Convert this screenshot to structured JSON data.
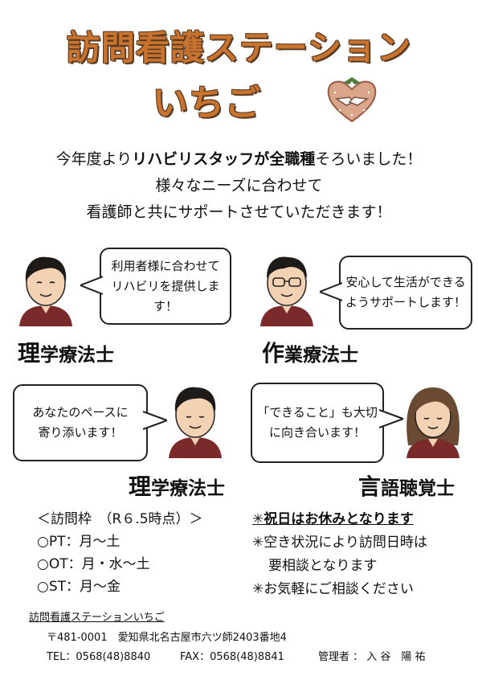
{
  "title": {
    "line1": "訪問看護ステーション",
    "line2": "いちご"
  },
  "intro": {
    "line1_pre": "今年度より",
    "line1_bold": "リハビリスタッフが全職種",
    "line1_post": "そろいました！",
    "line2": "様々なニーズに合わせて",
    "line3": "看護師と共にサポートさせていただきます！"
  },
  "staff": [
    {
      "role_first": "理",
      "role_rest": "学療法士",
      "bubble_l1": "利用者様に合わせて",
      "bubble_l2": "リハビリを提供しま",
      "bubble_l3": "す！"
    },
    {
      "role_first": "作",
      "role_rest": "業療法士",
      "bubble_l1": "安心して生活ができる",
      "bubble_l2": "ようサポートします！"
    },
    {
      "role_first": "理",
      "role_rest": "学療法士",
      "bubble_l1": "あなたのペースに",
      "bubble_l2": "寄り添います！"
    },
    {
      "role_first": "言",
      "role_rest": "語聴覚士",
      "bubble_l1": "「できること」も大切",
      "bubble_l2": "に向き合います！"
    }
  ],
  "schedule": {
    "heading": "＜訪問枠　（R６.5時点）＞",
    "rows": [
      "○PT：月〜土",
      "○OT：月・水〜土",
      "○ST：月〜金"
    ]
  },
  "notes": {
    "n1": "✳祝日はお休みとなります",
    "n2a": "✳空き状況により訪問日時は",
    "n2b": "要相談となります",
    "n3": "✳お気軽にご相談ください"
  },
  "footer": {
    "name": "訪問看護ステーションいちご",
    "address": "〒481-0001　愛知県北名古屋市六ツ師2403番地4",
    "tel": "TEL：0568(48)8840",
    "fax": "FAX：0568(48)8841",
    "manager": "管理者 ： 入 谷　陽 祐"
  },
  "colors": {
    "title": "#c8742f",
    "title_outline": "#5a3a22",
    "uniform": "#7a2a2a",
    "skin": "#f3d2b3",
    "hair": "#1e1a18"
  }
}
